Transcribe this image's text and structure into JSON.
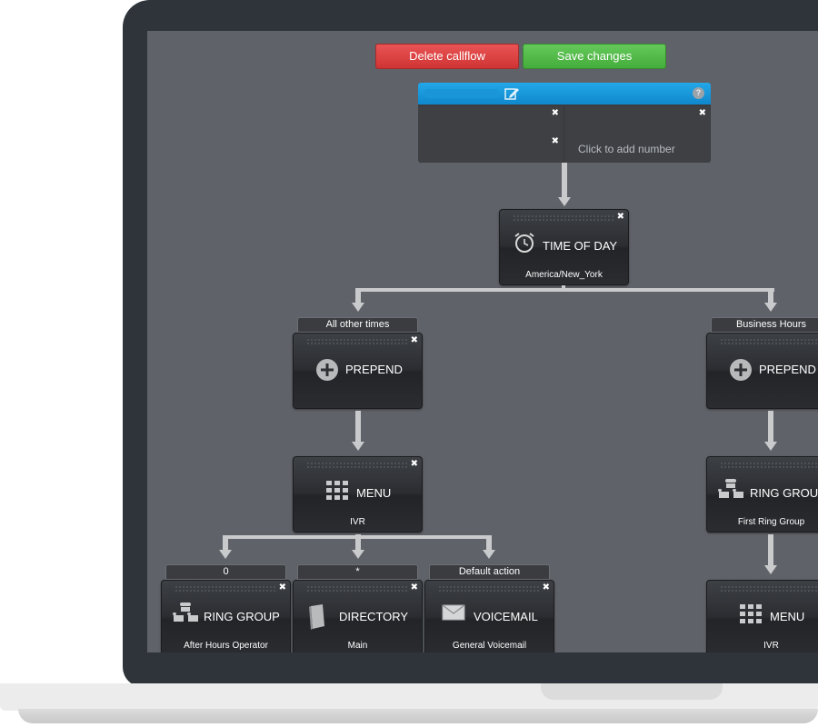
{
  "toolbar": {
    "delete_label": "Delete callflow",
    "save_label": "Save changes"
  },
  "root": {
    "help_label": "?",
    "close_glyph": "✖",
    "numbers": [
      "",
      "",
      "",
      ""
    ],
    "add_number_label": "Click to add number"
  },
  "nodes": {
    "time_of_day": {
      "title": "TIME OF DAY",
      "sub": "America/New_York"
    },
    "prepend_left": {
      "title": "PREPEND",
      "sub": ""
    },
    "prepend_right": {
      "title": "PREPEND",
      "sub": ""
    },
    "menu_left": {
      "title": "MENU",
      "sub": "IVR"
    },
    "ring_group_right": {
      "title": "RING GROU",
      "sub": "First Ring Group"
    },
    "ring_group_bottom": {
      "title": "RING GROUP",
      "sub": "After Hours Operator"
    },
    "directory": {
      "title": "DIRECTORY",
      "sub": "Main"
    },
    "voicemail": {
      "title": "VOICEMAIL",
      "sub": "General Voicemail"
    },
    "menu_right": {
      "title": "MENU",
      "sub": "IVR"
    }
  },
  "branch_labels": {
    "all_other_times": "All other times",
    "business_hours": "Business Hours",
    "key_0": "0",
    "key_star": "*",
    "default_action": "Default action"
  },
  "icons": [
    "edit-icon",
    "help-icon",
    "close-icon",
    "clock-icon",
    "plus-icon",
    "keypad-icon",
    "phones-icon",
    "book-icon",
    "envelope-icon"
  ],
  "colors": {
    "delete": "#d94040",
    "save": "#52b948",
    "header": "#1598dc",
    "canvas": "#5f6268"
  }
}
